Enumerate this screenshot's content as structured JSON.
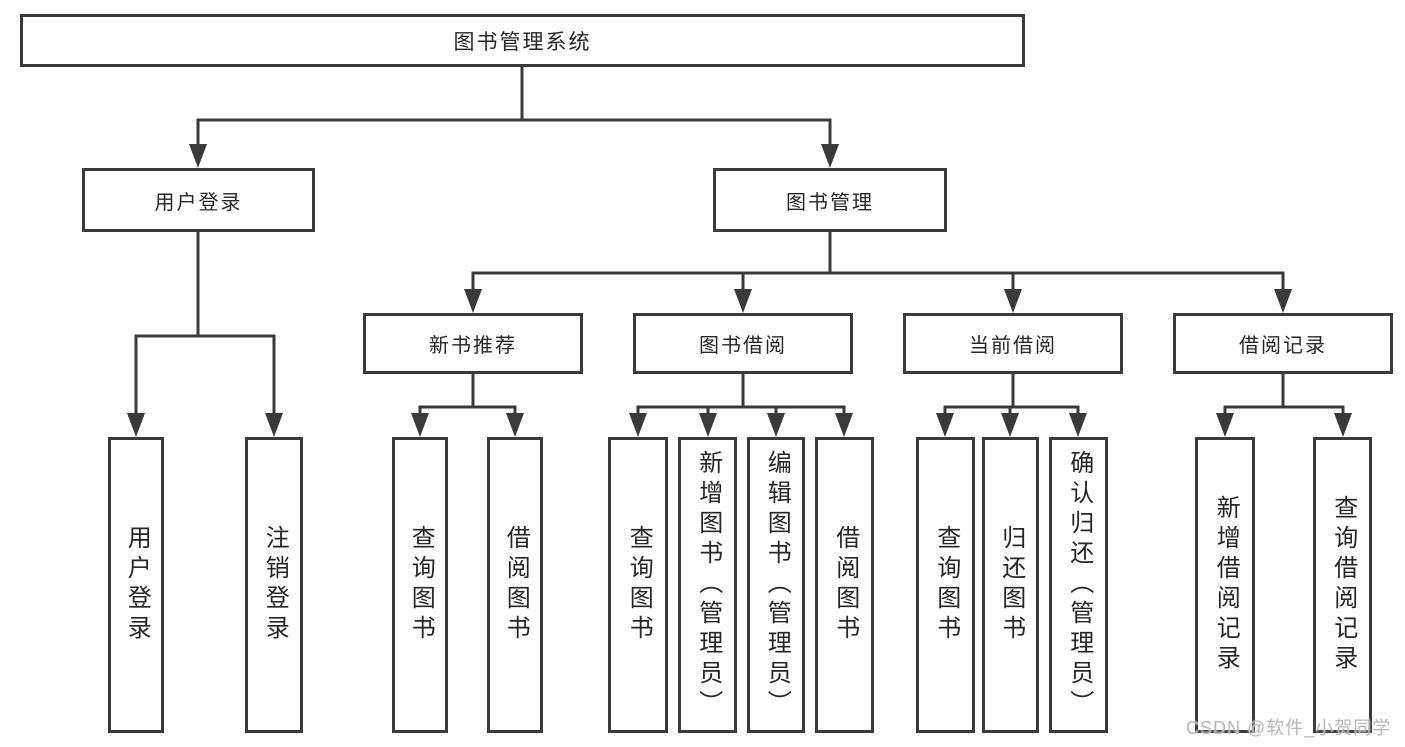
{
  "diagram": {
    "root": "图书管理系统",
    "branches": [
      {
        "label": "用户登录",
        "children": [
          "用户登录",
          "注销登录"
        ]
      },
      {
        "label": "图书管理",
        "sections": [
          {
            "label": "新书推荐",
            "children": [
              "查询图书",
              "借阅图书"
            ]
          },
          {
            "label": "图书借阅",
            "children": [
              "查询图书",
              "新增图书（管理员）",
              "编辑图书（管理员）",
              "借阅图书"
            ]
          },
          {
            "label": "当前借阅",
            "children": [
              "查询图书",
              "归还图书",
              "确认归还（管理员）"
            ]
          },
          {
            "label": "借阅记录",
            "children": [
              "新增借阅记录",
              "查询借阅记录"
            ]
          }
        ]
      }
    ]
  },
  "watermark": "CSDN @软件_小贺同学",
  "colors": {
    "line": "#3a3a3a",
    "text": "#262626",
    "background": "#ffffff",
    "watermark": "#b2b2b2"
  }
}
